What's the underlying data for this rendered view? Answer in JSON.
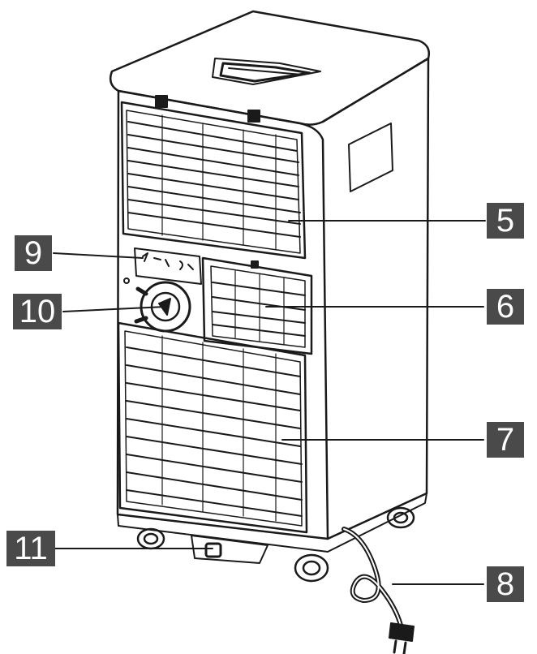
{
  "callouts": {
    "c5": "5",
    "c6": "6",
    "c7": "7",
    "c8": "8",
    "c9": "9",
    "c10": "10",
    "c11": "11"
  },
  "colors": {
    "stroke": "#1a1a1a",
    "callout_bg": "#4a4a4a",
    "callout_text": "#ffffff"
  }
}
